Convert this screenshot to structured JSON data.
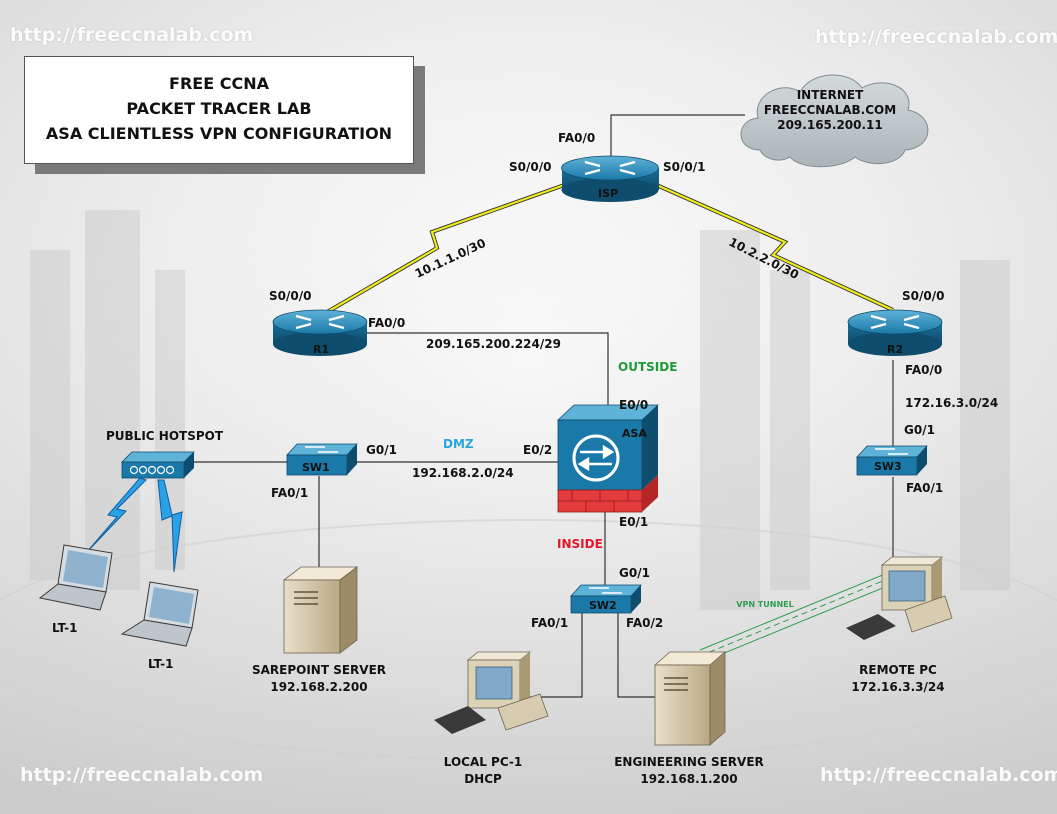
{
  "watermarks": [
    "http://freeccnalab.com",
    "http://freeccnalab.com",
    "http://freeccnalab.com",
    "http://freeccnalab.com"
  ],
  "title": {
    "line1": "FREE CCNA",
    "line2": "PACKET TRACER LAB",
    "line3": "ASA CLIENTLESS VPN CONFIGURATION"
  },
  "internet": {
    "line1": "INTERNET",
    "line2": "FREECCNALAB.COM",
    "line3": "209.165.200.11"
  },
  "devices": {
    "isp": "ISP",
    "r1": "R1",
    "r2": "R2",
    "asa": "ASA",
    "sw1": "SW1",
    "sw2": "SW2",
    "sw3": "SW3",
    "hotspot": "PUBLIC HOTSPOT",
    "lt1a": "LT-1",
    "lt1b": "LT-1"
  },
  "servers": {
    "sharepoint": {
      "name": "SAREPOINT SERVER",
      "ip": "192.168.2.200"
    },
    "engineering": {
      "name": "ENGINEERING SERVER",
      "ip": "192.168.1.200"
    },
    "local_pc": {
      "name": "LOCAL PC-1",
      "ip": "DHCP"
    },
    "remote_pc": {
      "name": "REMOTE PC",
      "ip": "172.16.3.3/24"
    }
  },
  "interfaces": {
    "isp_fa00": "FA0/0",
    "isp_s000": "S0/0/0",
    "isp_s001": "S0/0/1",
    "r1_s000": "S0/0/0",
    "r1_fa00": "FA0/0",
    "r2_s000": "S0/0/0",
    "r2_fa00": "FA0/0",
    "asa_e00": "E0/0",
    "asa_e02": "E0/2",
    "asa_e01": "E0/1",
    "sw1_g01": "G0/1",
    "sw1_fa01": "FA0/1",
    "sw2_g01": "G0/1",
    "sw2_fa01": "FA0/1",
    "sw2_fa02": "FA0/2",
    "sw3_g01": "G0/1",
    "sw3_fa01": "FA0/1"
  },
  "networks": {
    "isp_r1": "10.1.1.0/30",
    "isp_r2": "10.2.2.0/30",
    "outside_net": "209.165.200.224/29",
    "dmz_net": "192.168.2.0/24",
    "r2_lan": "172.16.3.0/24"
  },
  "zones": {
    "outside": {
      "label": "OUTSIDE",
      "color": "#1f9a3a"
    },
    "dmz": {
      "label": "DMZ",
      "color": "#2aa7d8"
    },
    "inside": {
      "label": "INSIDE",
      "color": "#e0162b"
    }
  },
  "vpn": {
    "label": "VPN TUNNEL",
    "color": "#2e9e4f"
  },
  "colors": {
    "device_blue": "#1a79a8",
    "serial_link": "#f0ec1c",
    "asa_firewall": "#e43c3c",
    "cloud": "#b9c3c6"
  }
}
